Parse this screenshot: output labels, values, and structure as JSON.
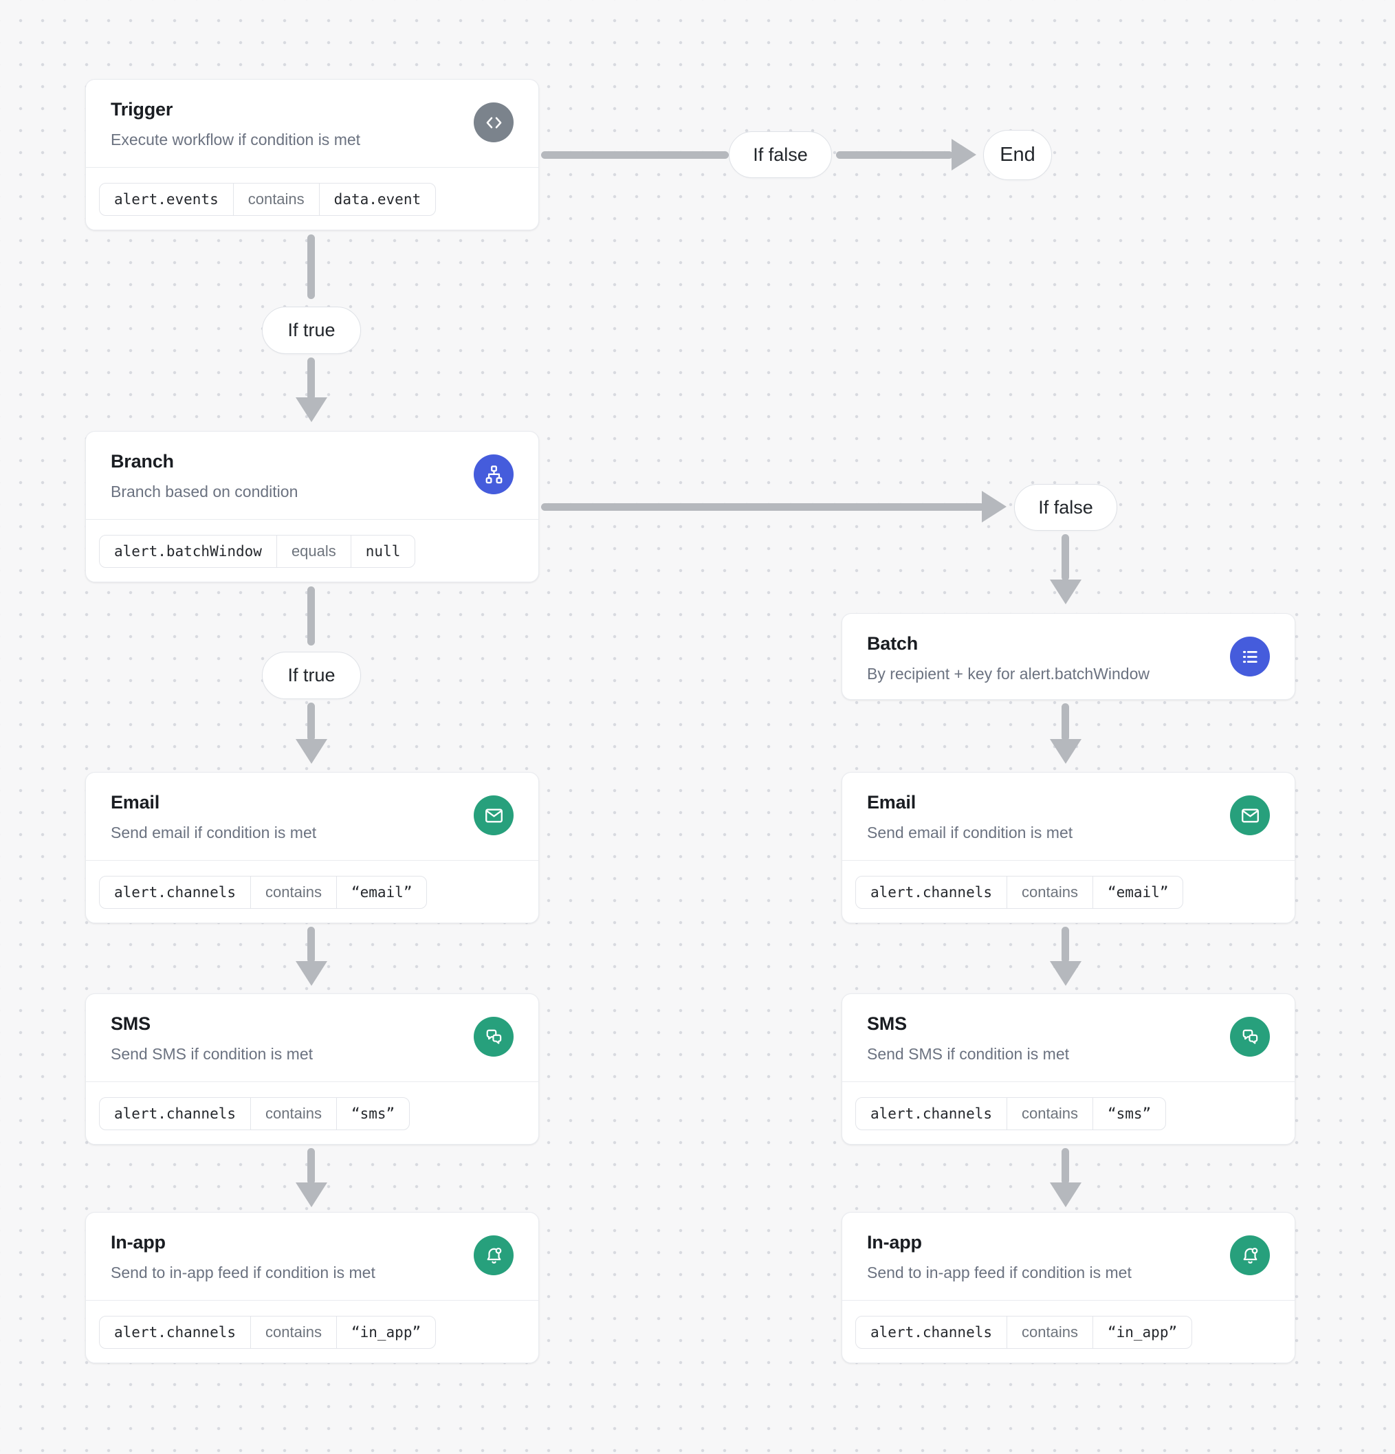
{
  "labels": {
    "if_true": "If true",
    "if_false": "If false",
    "end": "End"
  },
  "nodes": {
    "trigger": {
      "title": "Trigger",
      "subtitle": "Execute workflow if condition is met",
      "icon": "code-icon",
      "condition": {
        "field": "alert.events",
        "op": "contains",
        "value": "data.event"
      }
    },
    "branch": {
      "title": "Branch",
      "subtitle": "Branch based on condition",
      "icon": "sitemap-icon",
      "condition": {
        "field": "alert.batchWindow",
        "op": "equals",
        "value": "null"
      }
    },
    "batch": {
      "title": "Batch",
      "subtitle": "By recipient + key for alert.batchWindow",
      "icon": "list-icon"
    },
    "email": {
      "title": "Email",
      "subtitle": "Send email if condition is met",
      "icon": "mail-icon",
      "condition": {
        "field": "alert.channels",
        "op": "contains",
        "value": "“email”"
      }
    },
    "sms": {
      "title": "SMS",
      "subtitle": "Send SMS if condition is met",
      "icon": "chat-bubbles-icon",
      "condition": {
        "field": "alert.channels",
        "op": "contains",
        "value": "“sms”"
      }
    },
    "inapp": {
      "title": "In-app",
      "subtitle": "Send to in-app feed if condition is met",
      "icon": "bell-badge-icon",
      "condition": {
        "field": "alert.channels",
        "op": "contains",
        "value": "“in_app”"
      }
    }
  },
  "colors": {
    "accent_blue": "#455cdc",
    "accent_green": "#27a07c",
    "trigger_gray": "#7b838c",
    "arrow": "#b5b8bd"
  }
}
